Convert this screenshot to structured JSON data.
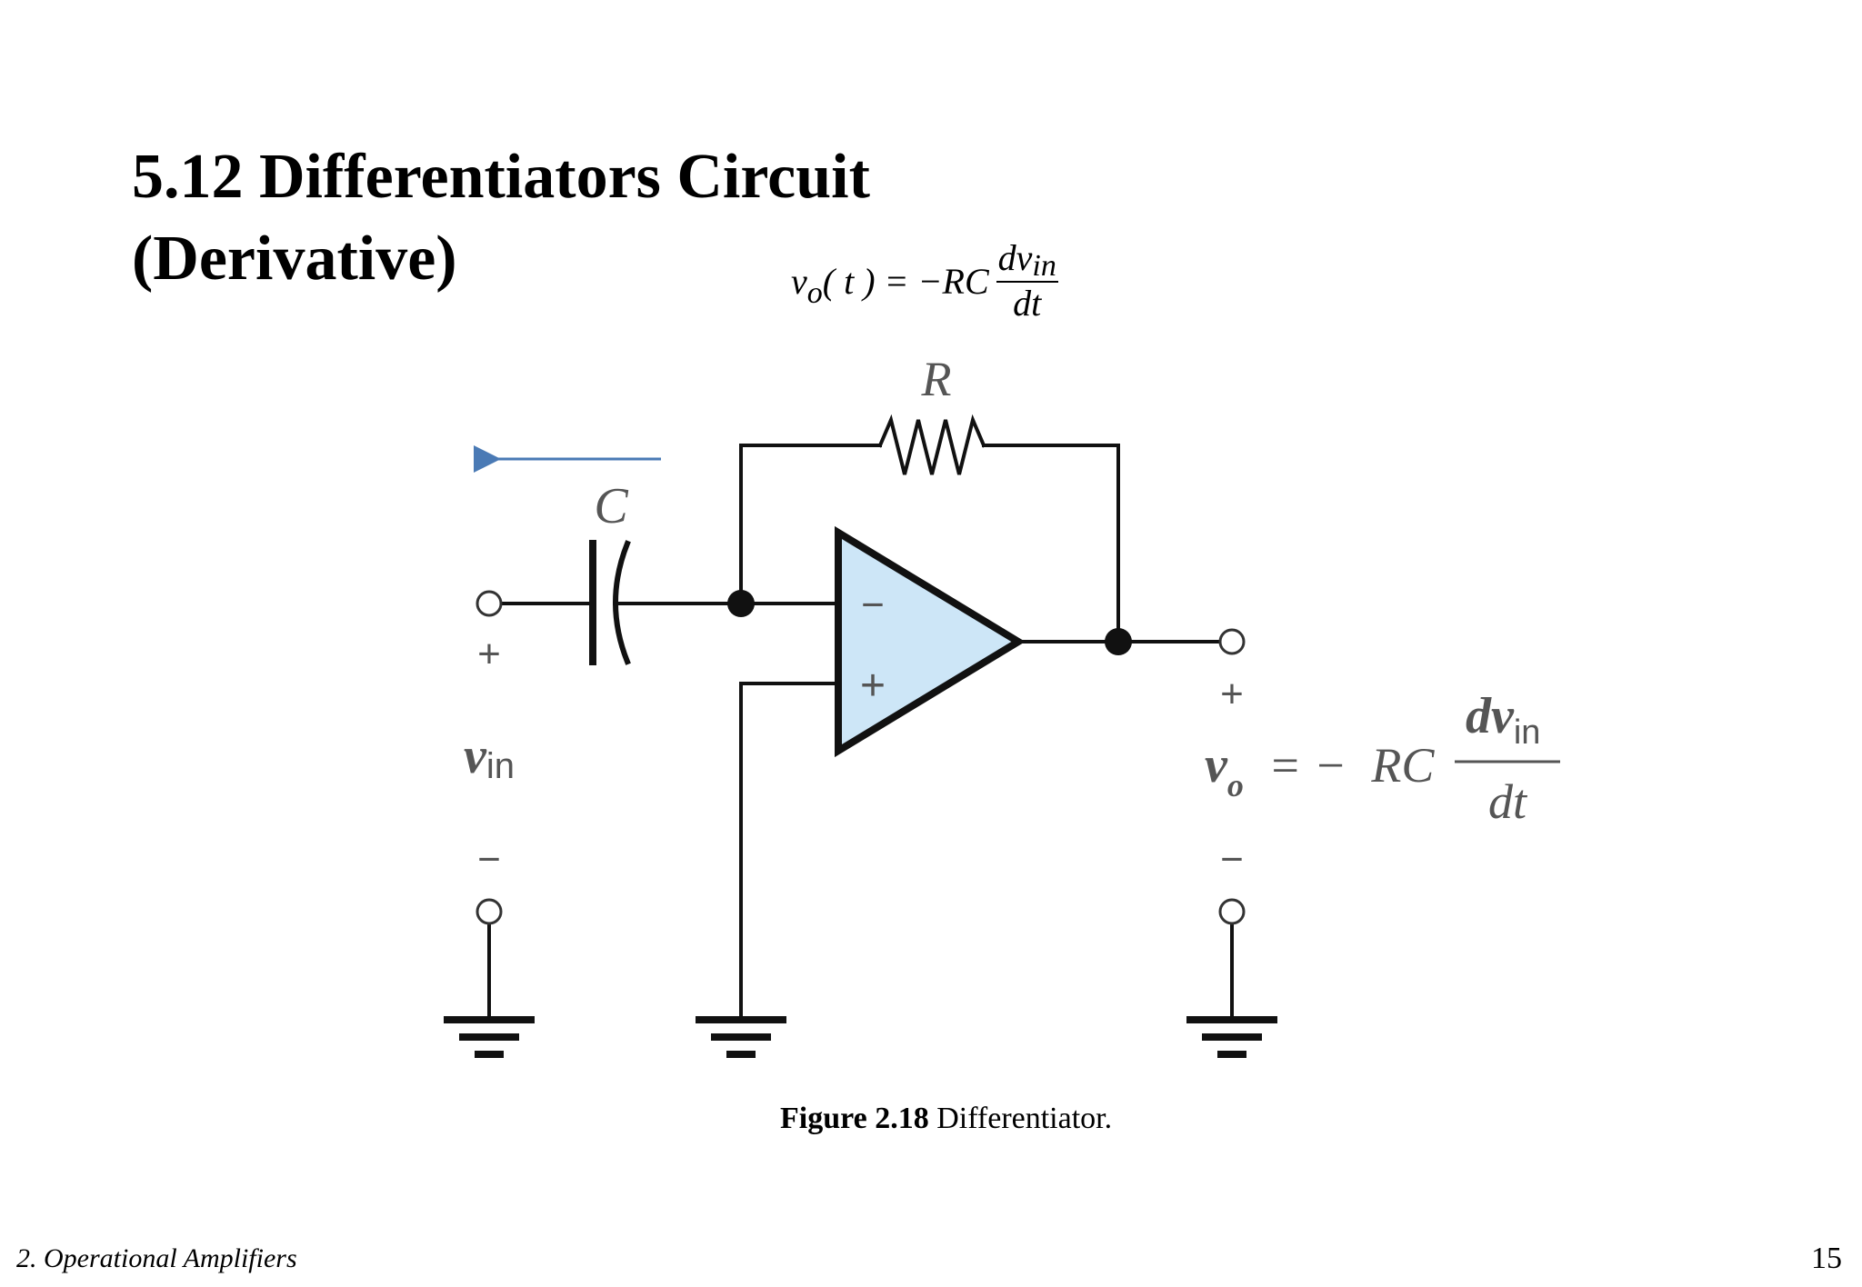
{
  "slide": {
    "title_line1": "5.12 Differentiators Circuit",
    "title_line2": "(Derivative)",
    "formula_top": {
      "lhs_v": "v",
      "lhs_sub": "o",
      "lhs_arg": "( t ) = −RC",
      "num_v": "dv",
      "num_sub": "in",
      "den": "dt"
    },
    "footer_left": "2. Operational Amplifiers",
    "page_number": "15"
  },
  "circuit": {
    "resistor_label": "R",
    "capacitor_label": "C",
    "opamp_minus": "−",
    "opamp_plus": "+",
    "vin_plus": "+",
    "vin_v": "v",
    "vin_sub": "in",
    "vin_minus": "−",
    "vo_plus": "+",
    "vo_minus": "−",
    "vo_v": "v",
    "vo_sub": "o",
    "vo_eq": "= −  RC",
    "vo_num_v": "dv",
    "vo_num_sub": "in",
    "vo_den": "dt",
    "colors": {
      "opamp_fill": "#cde6f7",
      "arrow": "#4a7ab5",
      "wire": "#111111",
      "terminal_label": "#555555"
    }
  },
  "caption": {
    "figure_label": "Figure 2.18",
    "text": "Differentiator."
  }
}
